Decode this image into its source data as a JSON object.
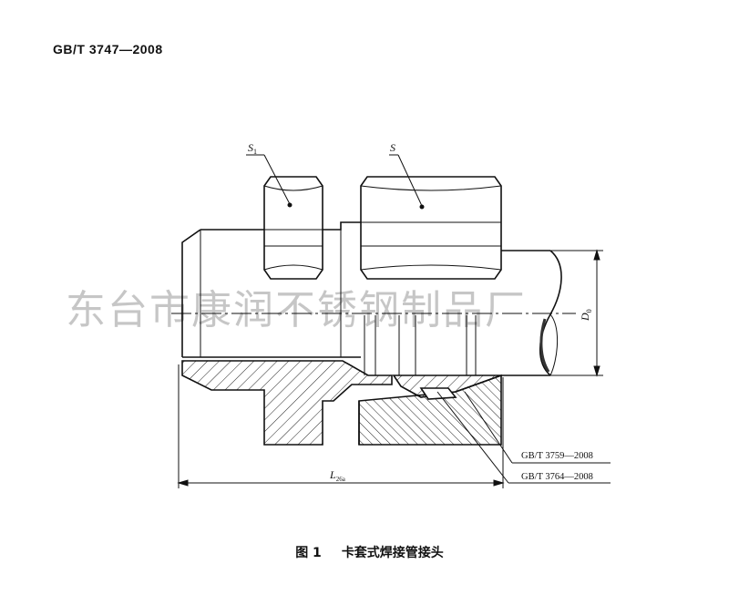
{
  "header": {
    "standard_code": "GB/T 3747—2008"
  },
  "figure": {
    "caption_number": "图 1",
    "caption_title": "卡套式焊接管接头",
    "labels": {
      "s1_main": "S",
      "s1_sub": "1",
      "s": "S",
      "d0_main": "D",
      "d0_sub": "0",
      "l_main": "L",
      "l_sub": "26",
      "l_tail": "a"
    },
    "references": [
      "GB/T 3759—2008",
      "GB/T 3764—2008"
    ]
  },
  "watermark": "东台市康润不锈钢制品厂"
}
